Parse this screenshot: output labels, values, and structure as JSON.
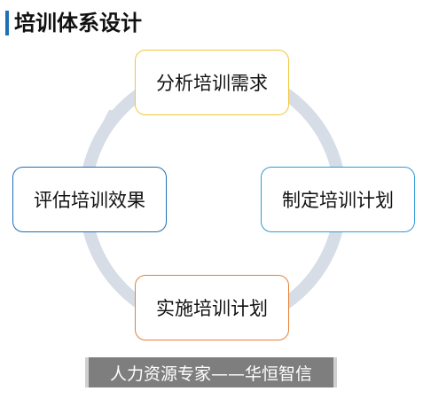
{
  "title": "培训体系设计",
  "cycle": {
    "top": "分析培训需求",
    "right": "制定培训计划",
    "bottom": "实施培训计划",
    "left": "评估培训效果"
  },
  "watermark": "人力资源专家——华恒智信",
  "colors": {
    "title_bar": "#1f6fb6",
    "ring": "#d7dde6",
    "top_border": "#f0c73a",
    "right_border": "#2f9bd6",
    "bottom_border": "#e58033",
    "left_border": "#1f6fb6",
    "watermark_bg": "#7e7e7e"
  }
}
